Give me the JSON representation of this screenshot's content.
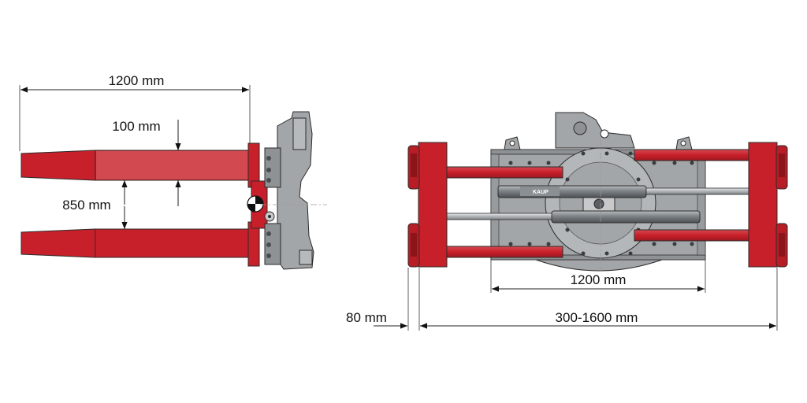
{
  "colors": {
    "arm_red": "#c8202a",
    "arm_red_light": "#d0464c",
    "frame_gray": "#a3a6a8",
    "frame_gray_dark": "#6e7275",
    "cylinder_gray": "#7d8286",
    "outline": "#2b2b2b"
  },
  "side_view": {
    "dimensions": {
      "fork_length": "1200 mm",
      "arm_height": "100 mm",
      "arm_spacing": "850 mm"
    }
  },
  "front_view": {
    "logo_text": "KAUP",
    "dimensions": {
      "frame_width": "1200 mm",
      "pad_thickness": "80 mm",
      "opening_range": "300-1600 mm"
    }
  }
}
